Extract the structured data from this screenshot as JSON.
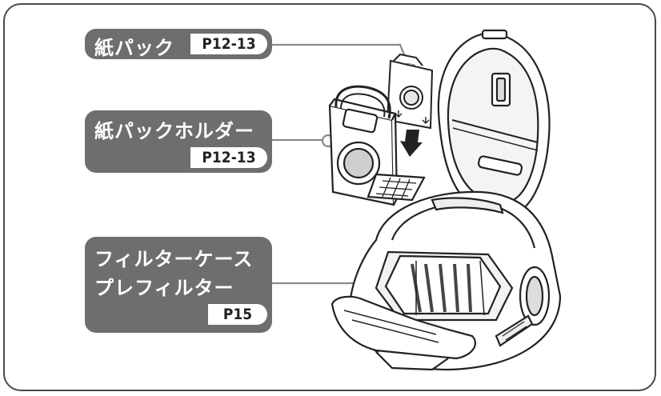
{
  "labels": {
    "paper_pack": {
      "text": "紙パック",
      "page_ref": "P12-13"
    },
    "paper_pack_holder": {
      "text": "紙パックホルダー",
      "page_ref": "P12-13"
    },
    "filter_case": {
      "line1": "フィルターケース",
      "line2": "プレフィルター",
      "page_ref": "P15"
    }
  },
  "colors": {
    "label_bg": "#6e6e6e",
    "frame": "#4a4a4a",
    "line": "#888888"
  }
}
